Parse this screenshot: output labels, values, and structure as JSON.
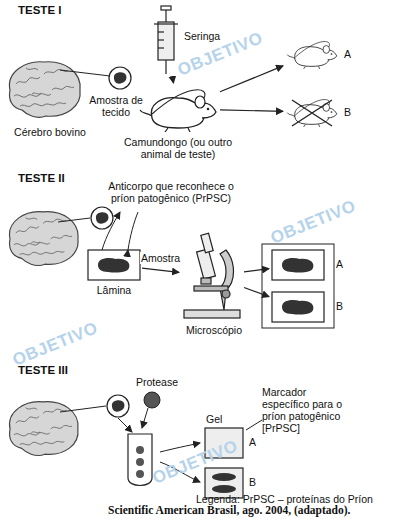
{
  "diagram": {
    "caption": "Scientific American Brasil, ago. 2004, (adaptado).",
    "nodes": [
      {
        "text": [
          "Cérebro bovino"
        ]
      },
      {
        "text": [
          "Seringa"
        ]
      },
      {
        "text": [
          "Camundongo (ou outro animal de teste)"
        ]
      },
      {
        "text": [
          "A"
        ]
      },
      {
        "text": [
          "B"
        ]
      },
      {
        "text": [
          "Lâmina"
        ]
      },
      {
        "text": [
          "Microscópio"
        ]
      },
      {
        "text": [
          "A"
        ]
      },
      {
        "text": [
          "B"
        ]
      },
      {
        "text": [
          "A"
        ]
      },
      {
        "text": [
          "B"
        ]
      }
    ],
    "edges": [
      {
        "from": 1,
        "to": 2,
        "arrow": "to"
      },
      {
        "from": 2,
        "to": 3,
        "arrow": "to"
      },
      {
        "from": 2,
        "to": 4,
        "arrow": "to"
      },
      {
        "from": 5,
        "to": 6,
        "label": "Amostra",
        "arrow": "to"
      },
      {
        "from": 6,
        "to": 7,
        "arrow": "to"
      },
      {
        "from": 6,
        "to": 8,
        "arrow": "to"
      }
    ],
    "labels": [
      "TESTE I",
      "Amostra de tecido",
      "TESTE II",
      "Anticorpo que reconhece o príon patogênico (PrPSC)",
      "TESTE III",
      "Protease",
      "Gel",
      "Marcador específico para o príon patogênico [PrPSC]",
      "Legenda: PrPSC – proteínas do Príon",
      "OBJETIVO",
      "OBJETIVO",
      "OBJETIVO",
      "OBJETIVO"
    ]
  }
}
